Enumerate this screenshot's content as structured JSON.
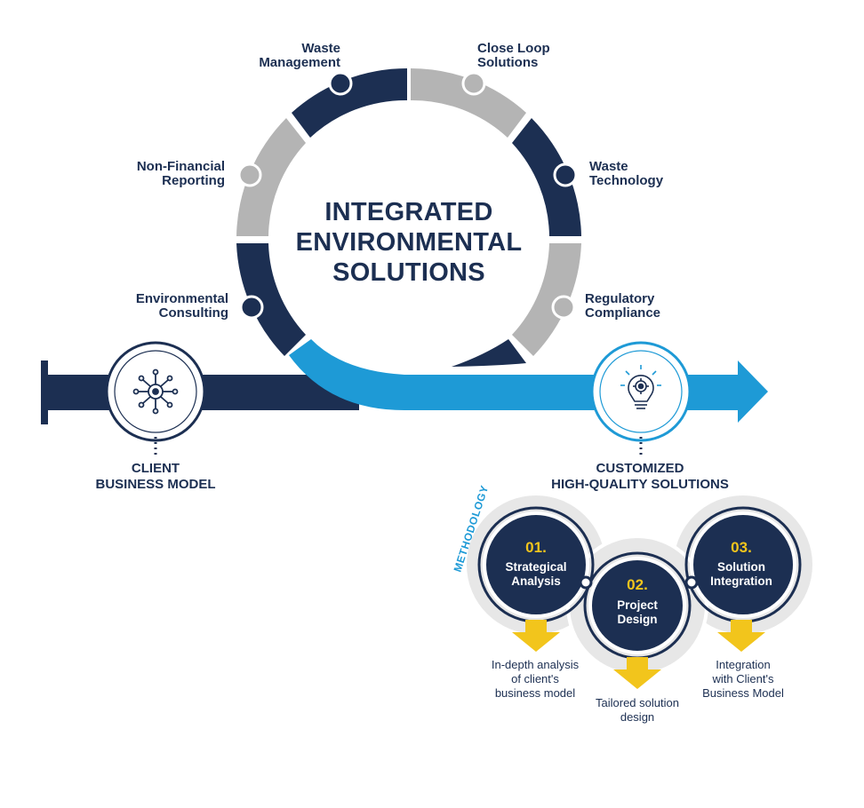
{
  "center_title": [
    "INTEGRATED",
    "ENVIRONMENTAL",
    "SOLUTIONS"
  ],
  "ring_items": [
    {
      "lines": [
        "Waste",
        "Management"
      ]
    },
    {
      "lines": [
        "Close Loop",
        "Solutions"
      ]
    },
    {
      "lines": [
        "Non-Financial",
        "Reporting"
      ]
    },
    {
      "lines": [
        "Waste",
        "Technology"
      ]
    },
    {
      "lines": [
        "Environmental",
        "Consulting"
      ]
    },
    {
      "lines": [
        "Regulatory",
        "Compliance"
      ]
    }
  ],
  "start_label": [
    "CLIENT",
    "BUSINESS MODEL"
  ],
  "end_label": [
    "CUSTOMIZED",
    "HIGH-QUALITY SOLUTIONS"
  ],
  "methodology_label": "METHODOLOGY",
  "steps": [
    {
      "number": "01.",
      "title": [
        "Strategical",
        "Analysis"
      ],
      "desc": [
        "In-depth analysis",
        "of client's",
        "business model"
      ]
    },
    {
      "number": "02.",
      "title": [
        "Project",
        "Design"
      ],
      "desc": [
        "Tailored solution",
        "design"
      ]
    },
    {
      "number": "03.",
      "title": [
        "Solution",
        "Integration"
      ],
      "desc": [
        "Integration",
        "with Client's",
        "Business Model"
      ]
    }
  ],
  "colors": {
    "navy": "#1c2f52",
    "gray": "#b4b4b4",
    "blue": "#1e9ad6",
    "yellow": "#f2c51c",
    "halo": "#e7e7e7"
  },
  "icons": [
    "network-icon",
    "lightbulb-gear-icon"
  ]
}
